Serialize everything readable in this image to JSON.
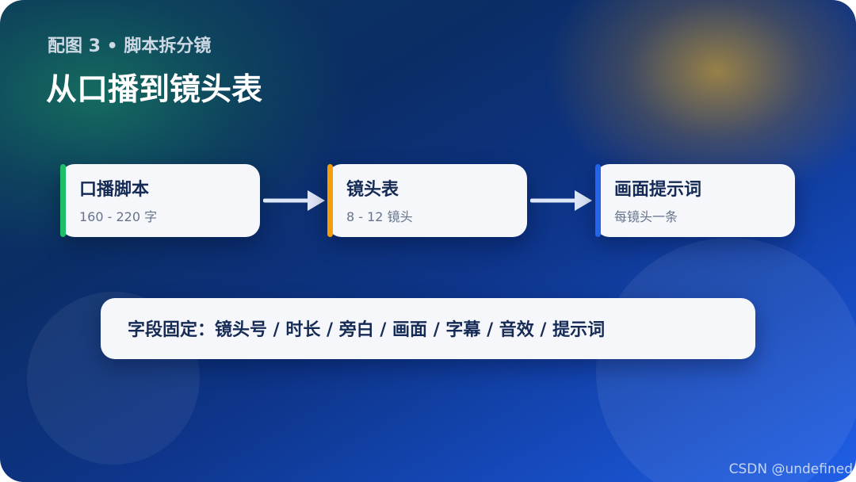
{
  "header": {
    "subtitle": "配图 3 • 脚本拆分镜",
    "title": "从口播到镜头表"
  },
  "flow": {
    "steps": [
      {
        "title": "口播脚本",
        "subtitle": "160 - 220 字",
        "accent_color": "#1fbf6a"
      },
      {
        "title": "镜头表",
        "subtitle": "8 - 12 镜头",
        "accent_color": "#f59e0b"
      },
      {
        "title": "画面提示词",
        "subtitle": "每镜头一条",
        "accent_color": "#2563eb"
      }
    ],
    "arrow_icon": "arrow-right-icon"
  },
  "fields": {
    "text": "字段固定：镜头号 / 时长 / 旁白 / 画面 / 字幕 / 音效 / 提示词"
  },
  "watermark": {
    "text": "CSDN @undefined"
  }
}
